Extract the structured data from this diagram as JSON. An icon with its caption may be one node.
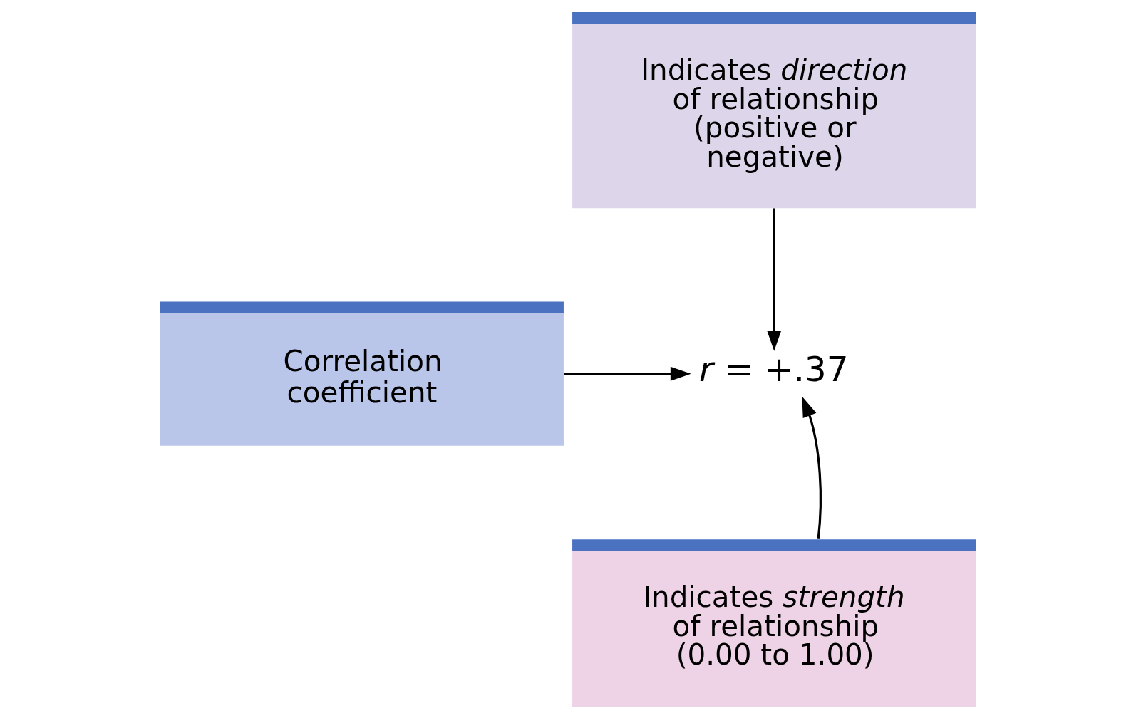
{
  "diagram": {
    "nodes": [
      {
        "text": [
          "Correlation coefficient"
        ]
      },
      {
        "text": [
          "Indicates *direction* of relationship (positive or negative)"
        ]
      },
      {
        "text": [
          "*r* = +.37"
        ]
      },
      {
        "text": [
          "Indicates *strength* of relationship (0.00 to 1.00)"
        ]
      }
    ],
    "edges": [
      {
        "from": 0,
        "to": 2,
        "arrow": "to"
      },
      {
        "from": 1,
        "to": 2,
        "arrow": "to"
      },
      {
        "from": 3,
        "to": 2,
        "arrow": "to"
      }
    ]
  }
}
